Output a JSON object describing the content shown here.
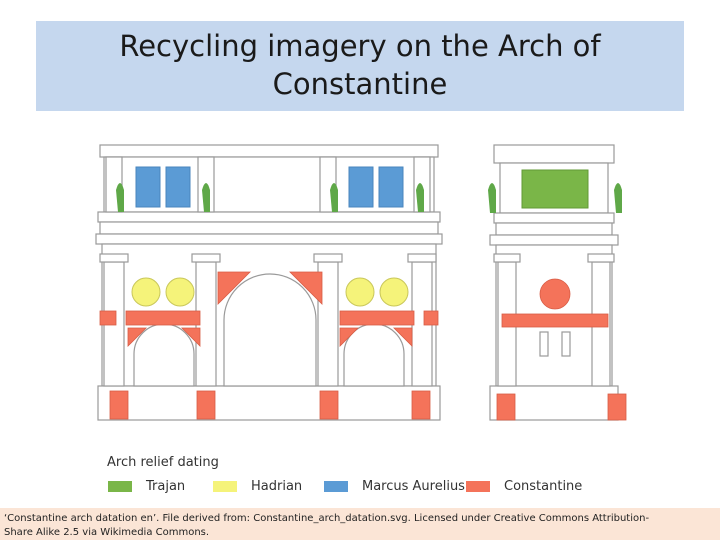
{
  "title": {
    "line1": "Recycling imagery on the Arch of",
    "line2": "Constantine"
  },
  "legend": {
    "title": "Arch relief dating",
    "items": [
      {
        "label": "Trajan",
        "color": "#7ab648"
      },
      {
        "label": "Hadrian",
        "color": "#f5f37a"
      },
      {
        "label": "Marcus Aurelius",
        "color": "#5b9bd5"
      },
      {
        "label": "Constantine",
        "color": "#f4735a"
      }
    ]
  },
  "colors": {
    "trajan": "#7ab648",
    "hadrian": "#f5f37a",
    "marcus_aurelius": "#5b9bd5",
    "constantine": "#f4735a",
    "statue": "#5fa848",
    "outline": "#9a9a9a",
    "title_bg": "#c5d7ee",
    "caption_bg": "#fbe5d6"
  },
  "caption": {
    "line1": "‘Constantine arch datation en’. File derived from: Constantine_arch_datation.svg. Licensed under Creative Commons Attribution-",
    "line2": "Share Alike 2.5 via Wikimedia Commons."
  }
}
